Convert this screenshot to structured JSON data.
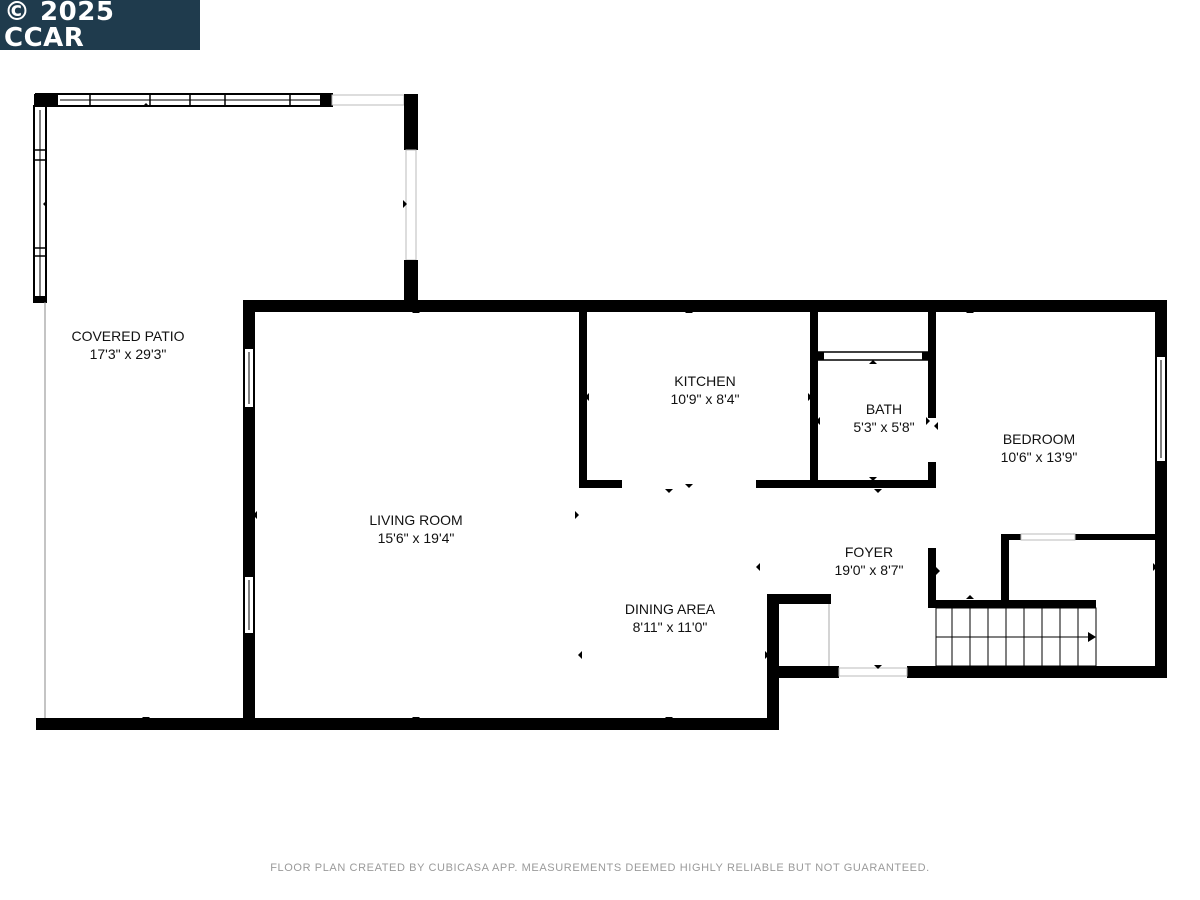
{
  "badge": {
    "text": "© 2025 CCAR"
  },
  "rooms": [
    {
      "id": "covered-patio",
      "name": "COVERED PATIO",
      "dims": "17'3\" x 29'3\""
    },
    {
      "id": "living-room",
      "name": "LIVING ROOM",
      "dims": "15'6\" x 19'4\""
    },
    {
      "id": "kitchen",
      "name": "KITCHEN",
      "dims": "10'9\" x 8'4\""
    },
    {
      "id": "bath",
      "name": "BATH",
      "dims": "5'3\" x 5'8\""
    },
    {
      "id": "bedroom",
      "name": "BEDROOM",
      "dims": "10'6\" x 13'9\""
    },
    {
      "id": "foyer",
      "name": "FOYER",
      "dims": "19'0\" x 8'7\""
    },
    {
      "id": "dining-area",
      "name": "DINING AREA",
      "dims": "8'11\" x 11'0\""
    }
  ],
  "footer": {
    "text": "FLOOR PLAN CREATED BY CUBICASA APP. MEASUREMENTS DEEMED HIGHLY RELIABLE BUT NOT GUARANTEED."
  },
  "colors": {
    "wall": "#000000",
    "badge_bg": "#1f3b4d",
    "footer_text": "#9a9a9a"
  }
}
